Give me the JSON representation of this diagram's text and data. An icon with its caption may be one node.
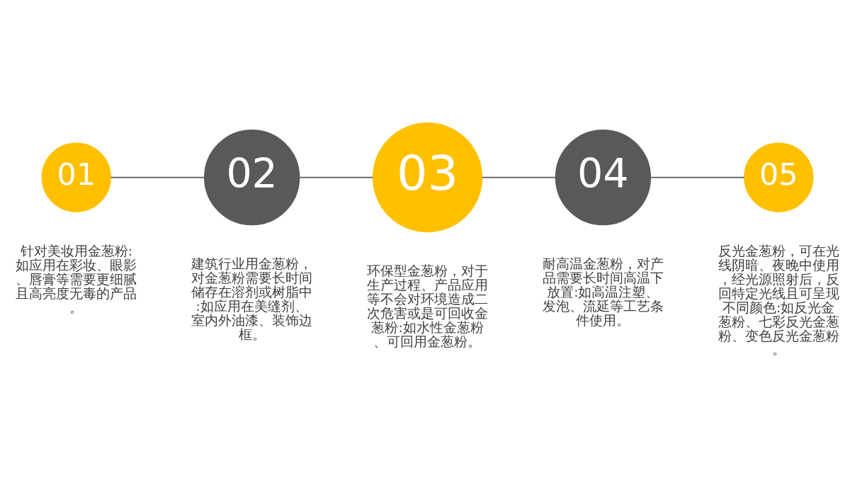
{
  "diagram": {
    "nodes": [
      {
        "text": [
          "01"
        ],
        "beside": [
          "针对美妆用金葱粉:如应用在彩妆、眼影、唇膏等需要更细腻且高亮度无毒的产品。"
        ]
      },
      {
        "text": [
          "02"
        ],
        "beside": [
          "建筑行业用金葱粉，对金葱粉需要长时间储存在溶剂或树脂中:如应用在美缝剂、室内外油漆、装饰边框。"
        ]
      },
      {
        "text": [
          "03"
        ],
        "beside": [
          "环保型金葱粉，对于生产过程、产品应用等不会对环境造成二次危害或是可回收金葱粉:如水性金葱粉、可回用金葱粉。"
        ]
      },
      {
        "text": [
          "04"
        ],
        "beside": [
          "耐高温金葱粉，对产品需要长时间高温下放置:如高温注塑、发泡、流延等工艺条件使用。"
        ]
      },
      {
        "text": [
          "05"
        ],
        "beside": [
          "反光金葱粉，可在光线阴暗、夜晚中使用，经光源照射后，反回特定光线且可呈现不同颜色:如反光金葱粉、七彩反光金葱粉、变色反光金葱粉。"
        ]
      }
    ],
    "edges": [
      {
        "from": 0,
        "to": 1,
        "arrow": "none"
      },
      {
        "from": 1,
        "to": 2,
        "arrow": "none"
      },
      {
        "from": 2,
        "to": 3,
        "arrow": "none"
      },
      {
        "from": 3,
        "to": 4,
        "arrow": "none"
      }
    ]
  }
}
